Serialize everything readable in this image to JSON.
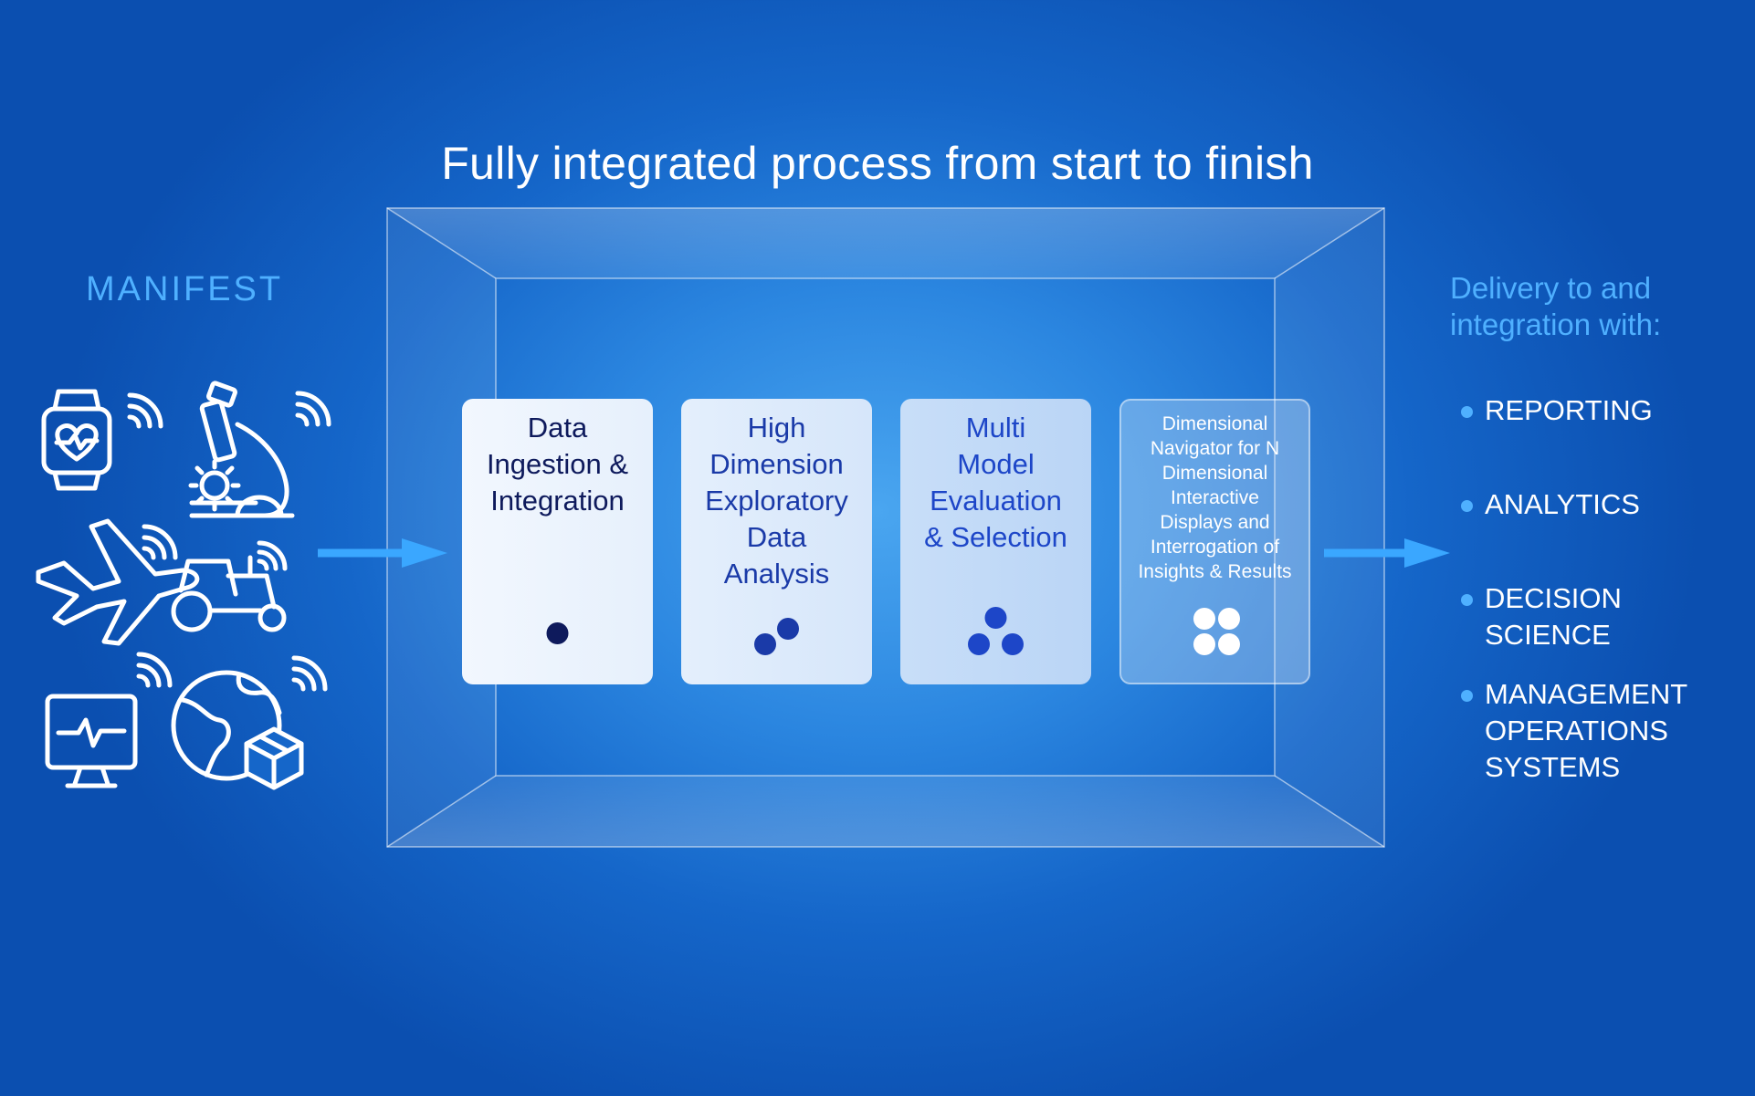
{
  "title": "Fully integrated process from start to finish",
  "left": {
    "label": "MANIFEST",
    "icons": [
      "smartwatch-heart-icon",
      "microscope-virus-icon",
      "airplane-icon",
      "tractor-icon",
      "monitor-pulse-icon",
      "globe-package-icon"
    ]
  },
  "stages": [
    {
      "label": "Data Ingestion & Integration",
      "lines": [
        "Data",
        "Ingestion &",
        "Integration"
      ],
      "dots": 1
    },
    {
      "label": "High Dimension Exploratory Data Analysis",
      "lines": [
        "High",
        "Dimension",
        "Exploratory",
        "Data",
        "Analysis"
      ],
      "dots": 2
    },
    {
      "label": "Multi Model Evaluation & Selection",
      "lines": [
        "Multi",
        "Model",
        "Evaluation",
        "& Selection"
      ],
      "dots": 3
    },
    {
      "label": "Dimensional Navigator for N Dimensional Interactive Displays and Interrogation of Insights & Results",
      "lines": [
        "Dimensional",
        "Navigator for N",
        "Dimensional",
        "Interactive",
        "Displays and",
        "Interrogation of",
        "Insights & Results"
      ],
      "dots": 4
    }
  ],
  "right": {
    "heading": "Delivery to and integration with:",
    "heading_lines": [
      "Delivery to and",
      "integration with:"
    ],
    "items": [
      {
        "lines": [
          "REPORTING"
        ]
      },
      {
        "lines": [
          "ANALYTICS"
        ]
      },
      {
        "lines": [
          "DECISION",
          "SCIENCE"
        ]
      },
      {
        "lines": [
          "MANAGEMENT",
          "OPERATIONS",
          "SYSTEMS"
        ]
      }
    ]
  },
  "colors": {
    "accent": "#4fb0ff",
    "dot1": "#0e1a5c",
    "dot2": "#1a3aa8",
    "dot3": "#1d46c8",
    "dot4": "#ffffff"
  }
}
